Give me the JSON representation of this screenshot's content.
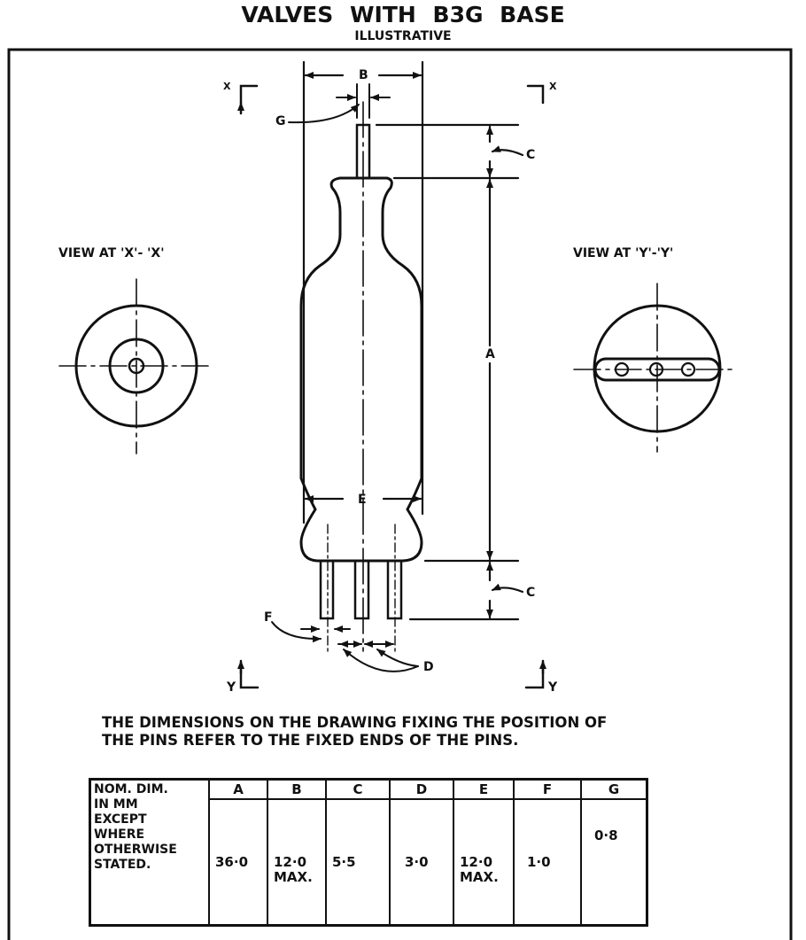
{
  "title": "VALVES WITH   B3G   BASE",
  "subtitle": "ILLUSTRATIVE",
  "drawing": {
    "labels": {
      "B": "B",
      "G": "G",
      "C_top": "C",
      "A": "A",
      "E": "E",
      "C_bottom": "C",
      "F": "F",
      "D": "D",
      "x_left": "X",
      "x_right": "X",
      "y_left": "Y",
      "y_right": "Y"
    },
    "view_x": "VIEW  AT  'X'- 'X'",
    "view_y": "VIEW  AT  'Y'-'Y'"
  },
  "note": {
    "line1": "THE DIMENSIONS ON THE DRAWING FIXING THE POSITION OF",
    "line2": "THE PINS REFER TO THE FIXED ENDS OF THE PINS."
  },
  "table": {
    "row_label": "NOM. DIM. IN MM EXCEPT WHERE OTHERWISE STATED.",
    "row_label_lines": [
      "NOM. DIM.",
      "IN MM",
      "EXCEPT",
      "WHERE",
      "OTHERWISE",
      "STATED."
    ],
    "columns": [
      {
        "header": "A",
        "value": "36·0",
        "qualifier": ""
      },
      {
        "header": "B",
        "value": "12·0",
        "qualifier": "MAX."
      },
      {
        "header": "C",
        "value": "5·5",
        "qualifier": ""
      },
      {
        "header": "D",
        "value": "3·0",
        "qualifier": ""
      },
      {
        "header": "E",
        "value": "12·0",
        "qualifier": "MAX."
      },
      {
        "header": "F",
        "value": "1·0",
        "qualifier": ""
      },
      {
        "header": "G",
        "value": "0·8",
        "qualifier": ""
      }
    ]
  }
}
